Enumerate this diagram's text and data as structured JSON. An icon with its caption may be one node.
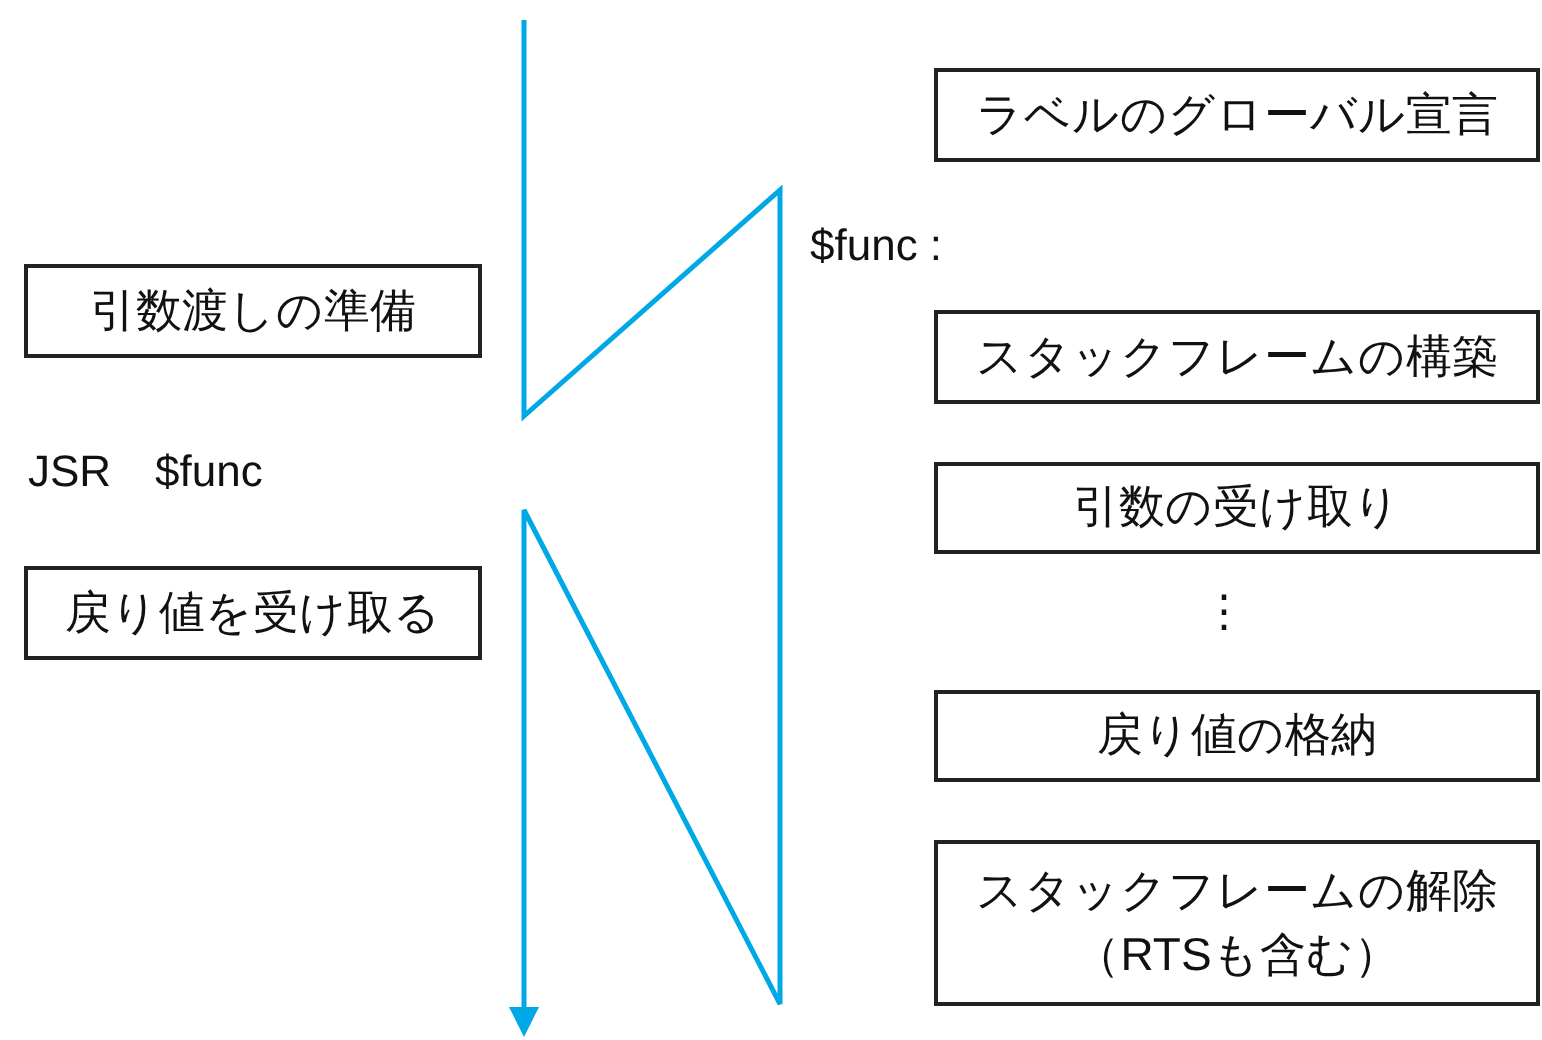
{
  "diagram": {
    "nodes": [
      {
        "text": [
          "引数渡しの準備"
        ]
      },
      {
        "text": [
          "戻り値を受け取る"
        ]
      },
      {
        "text": [
          "ラベルのグローバル宣言"
        ]
      },
      {
        "text": [
          "スタックフレームの構築"
        ]
      },
      {
        "text": [
          "引数の受け取り"
        ]
      },
      {
        "text": [
          "戻り値の格納"
        ]
      },
      {
        "text": [
          "スタックフレームの解除（RTSも含む）"
        ]
      }
    ],
    "labels": [
      "JSR　$func",
      "$func :",
      "⋮"
    ]
  }
}
